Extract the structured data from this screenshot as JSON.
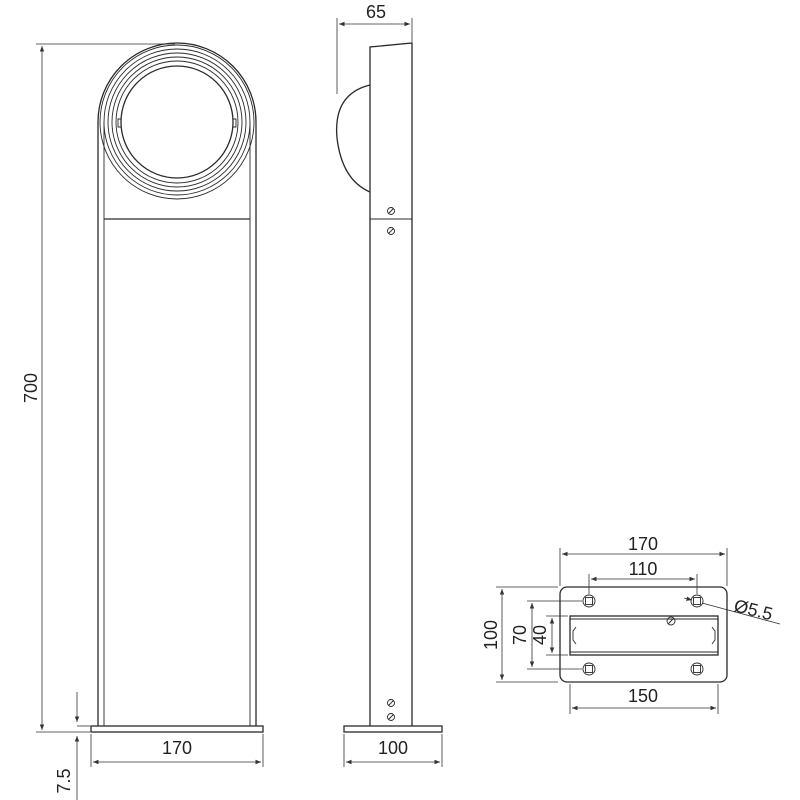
{
  "dimensions": {
    "front_height": "700",
    "base_thickness": "7.5",
    "front_width": "170",
    "side_depth": "65",
    "side_base": "100",
    "plate_width": "170",
    "hole_spacing": "110",
    "hole_diameter": "Ø5.5",
    "plate_height": "100",
    "hole_row_spacing": "70",
    "slot_height": "40",
    "slot_width": "150"
  },
  "colors": {
    "line": "#2a2a2a",
    "background": "#ffffff"
  }
}
